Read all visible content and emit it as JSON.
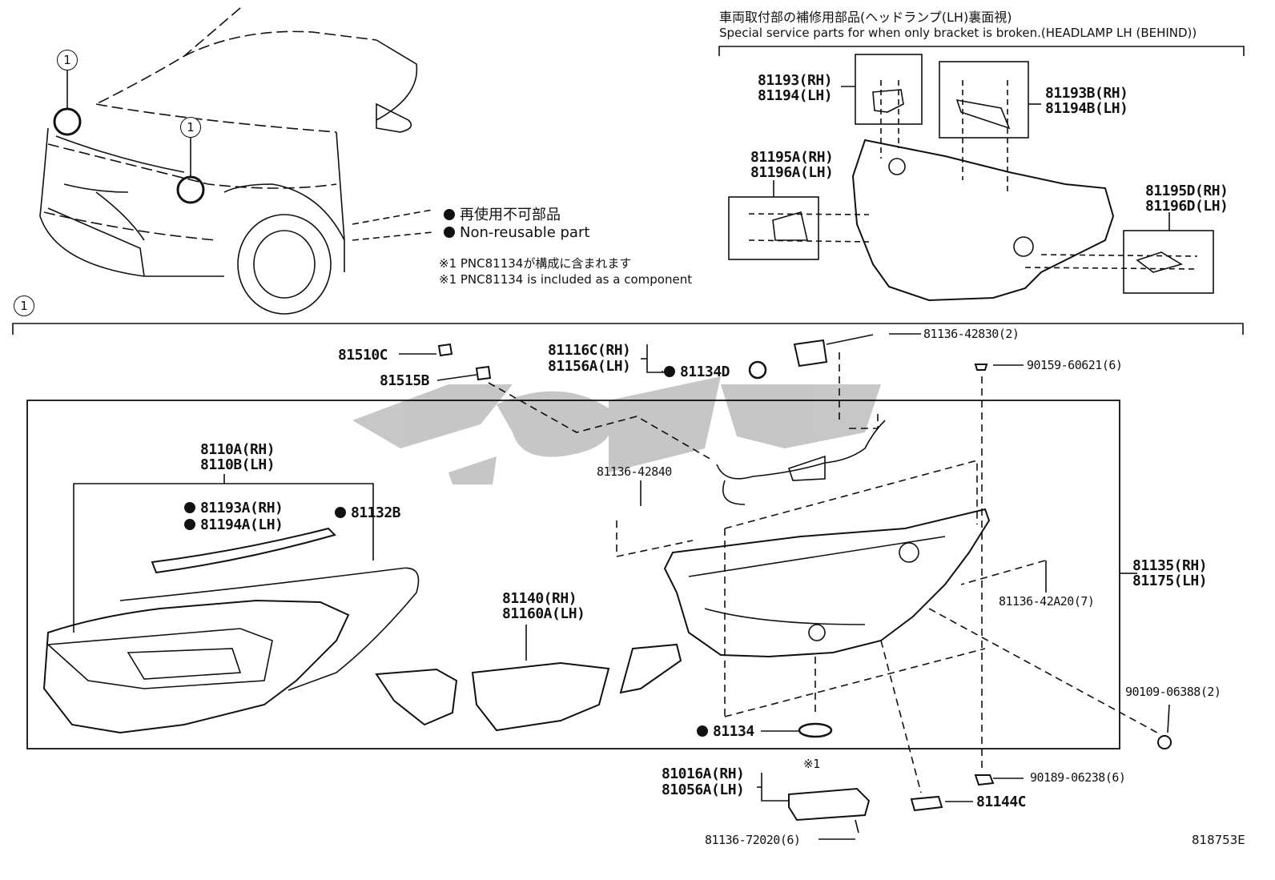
{
  "header": {
    "jp": "車両取付部の補修用部品(ヘッドランプ(LH)裏面視)",
    "en": "Special service parts for when only bracket is broken.(HEADLAMP LH (BEHIND))"
  },
  "legend": {
    "dot_jp": "再使用不可部品",
    "dot_en": "Non-reusable part",
    "note_jp": "※1 PNC81134が構成に含まれます",
    "note_en": "※1 PNC81134 is included as a component"
  },
  "callout": "1",
  "diagram_code": "818753E",
  "parts": {
    "p81193": "81193(RH)",
    "p81194": "81194(LH)",
    "p81193B": "81193B(RH)",
    "p81194B": "81194B(LH)",
    "p81195A": "81195A(RH)",
    "p81196A": "81196A(LH)",
    "p81195D": "81195D(RH)",
    "p81196D": "81196D(LH)",
    "p81510C": "81510C",
    "p81515B": "81515B",
    "p81116C": "81116C(RH)",
    "p81156A": "81156A(LH)",
    "p81134D": "81134D",
    "p8113642830": "81136-42830(2)",
    "p9015960621": "90159-60621(6)",
    "p8110A": "8110A(RH)",
    "p8110B": "8110B(LH)",
    "p81193A": "81193A(RH)",
    "p81194A": "81194A(LH)",
    "p81132B": "81132B",
    "p8113642840": "81136-42840",
    "p81135": "81135(RH)",
    "p81175": "81175(LH)",
    "p8113642A20": "81136-42A20(7)",
    "p81140": "81140(RH)",
    "p81160A": "81160A(LH)",
    "p9010906388": "90109-06388(2)",
    "p81134": "81134",
    "p81016A": "81016A(RH)",
    "p81056A": "81056A(LH)",
    "note1": "※1",
    "p9018906238": "90189-06238(6)",
    "p81144C": "81144C",
    "p8113672020": "81136-72020(6)"
  }
}
